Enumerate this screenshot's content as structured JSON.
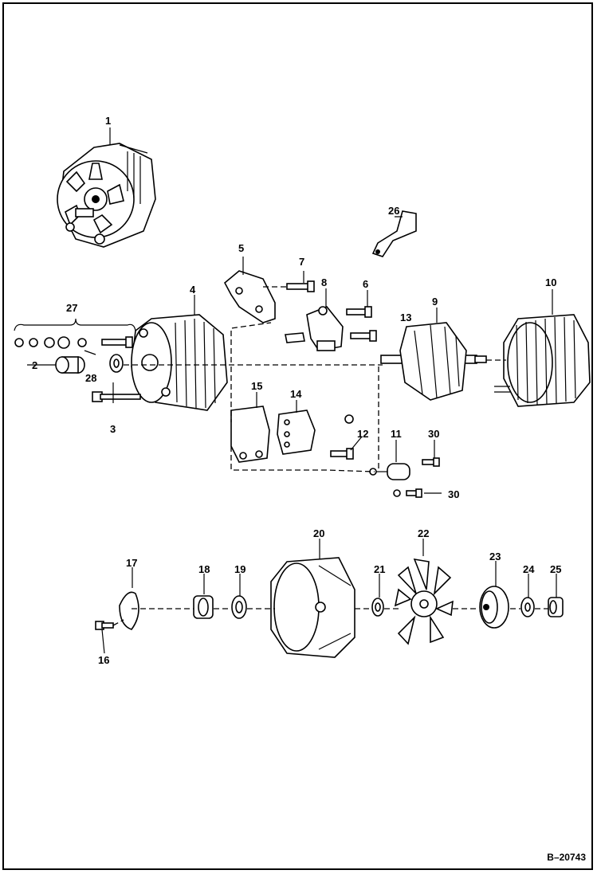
{
  "diagram": {
    "reference_code": "B–20743",
    "colors": {
      "line": "#000000",
      "background": "#ffffff"
    },
    "callouts": [
      {
        "key": "c1",
        "number": "1"
      },
      {
        "key": "c2",
        "number": "2"
      },
      {
        "key": "c3",
        "number": "3"
      },
      {
        "key": "c4",
        "number": "4"
      },
      {
        "key": "c5",
        "number": "5"
      },
      {
        "key": "c6",
        "number": "6"
      },
      {
        "key": "c7",
        "number": "7"
      },
      {
        "key": "c8",
        "number": "8"
      },
      {
        "key": "c9",
        "number": "9"
      },
      {
        "key": "c10",
        "number": "10"
      },
      {
        "key": "c11",
        "number": "11"
      },
      {
        "key": "c12",
        "number": "12"
      },
      {
        "key": "c13",
        "number": "13"
      },
      {
        "key": "c14",
        "number": "14"
      },
      {
        "key": "c15",
        "number": "15"
      },
      {
        "key": "c16",
        "number": "16"
      },
      {
        "key": "c17",
        "number": "17"
      },
      {
        "key": "c18",
        "number": "18"
      },
      {
        "key": "c19",
        "number": "19"
      },
      {
        "key": "c20",
        "number": "20"
      },
      {
        "key": "c21",
        "number": "21"
      },
      {
        "key": "c22",
        "number": "22"
      },
      {
        "key": "c23",
        "number": "23"
      },
      {
        "key": "c24",
        "number": "24"
      },
      {
        "key": "c25",
        "number": "25"
      },
      {
        "key": "c26",
        "number": "26"
      },
      {
        "key": "c27",
        "number": "27"
      },
      {
        "key": "c28",
        "number": "28"
      },
      {
        "key": "c30a",
        "number": "30"
      },
      {
        "key": "c30b",
        "number": "30"
      }
    ]
  }
}
